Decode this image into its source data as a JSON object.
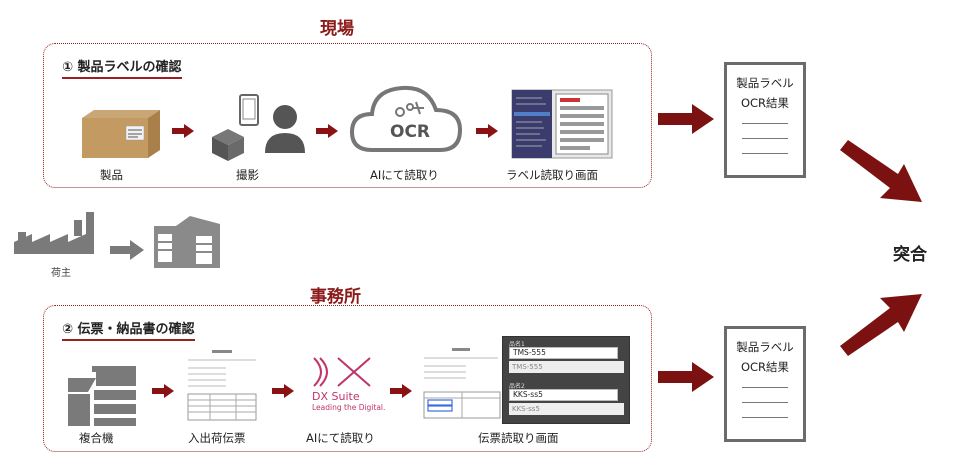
{
  "site": {
    "title": "現場",
    "step_title": "① 製品ラベルの確認",
    "caps": [
      "製品",
      "撮影",
      "AIにて読取り",
      "ラベル読取り画面"
    ],
    "ocr_text": "OCR"
  },
  "office": {
    "title": "事務所",
    "step_title": "② 伝票・納品書の確認",
    "caps": [
      "複合機",
      "入出荷伝票",
      "AIにて読取り",
      "伝票読取り画面"
    ],
    "dx_brand": "DX Suite",
    "dx_tagline": "Leading the Digital.",
    "slip_fields": [
      {
        "label": "品名1",
        "value": "TMS-555",
        "ghost": "TMS-555"
      },
      {
        "label": "品名2",
        "value": "KKS-ss5",
        "ghost": "KKS-ss5"
      }
    ]
  },
  "shipper": {
    "label": "荷主"
  },
  "results": [
    {
      "line1": "製品ラベル",
      "line2": "OCR結果"
    },
    {
      "line1": "製品ラベル",
      "line2": "OCR結果"
    }
  ],
  "match": {
    "label": "突合"
  },
  "colors": {
    "accent": "#8b1a1a",
    "arrow": "#8b1212",
    "icon": "#7a7a7a",
    "dx_pink": "#c0336b"
  }
}
